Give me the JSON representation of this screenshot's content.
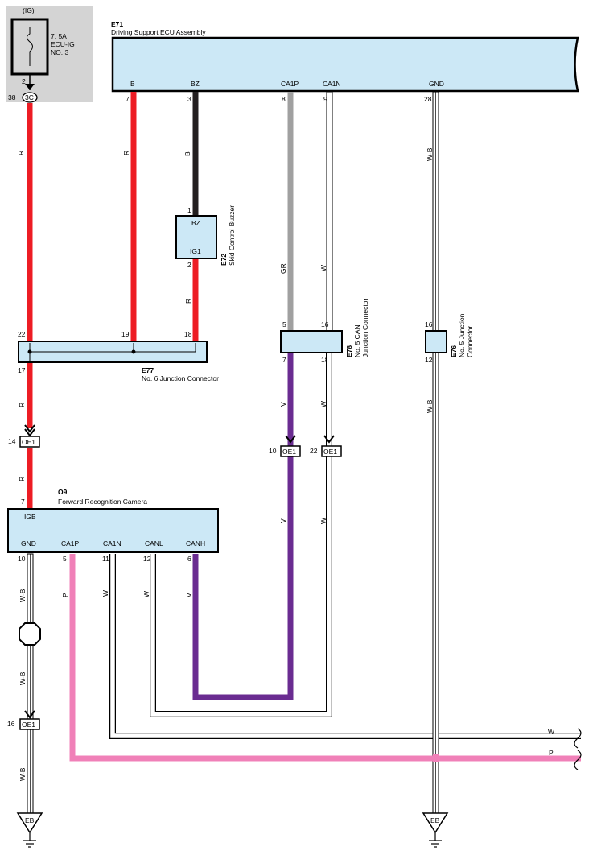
{
  "fuse": {
    "supply": "(IG)",
    "rating": "7. 5A",
    "name_line1": "ECU-IG",
    "name_line2": "NO. 3",
    "pin_top": "2",
    "pin_bottom": "38",
    "connector": "3C"
  },
  "e71": {
    "code": "E71",
    "name": "Driving Support ECU Assembly",
    "terminals": [
      "B",
      "BZ",
      "CA1P",
      "CA1N",
      "GND"
    ],
    "pins": [
      "7",
      "3",
      "8",
      "9",
      "28"
    ]
  },
  "e72": {
    "code": "E72",
    "name": "Skid Control Buzzer",
    "term_top": "BZ",
    "term_bottom": "IG1",
    "pin_top": "1",
    "pin_bottom": "2"
  },
  "e77": {
    "code": "E77",
    "name": "No.  6 Junction Connector",
    "pins_top": [
      "22",
      "19",
      "18"
    ],
    "pin_bottom": "17"
  },
  "e78": {
    "code": "E78",
    "name_line1": "No. 5 CAN",
    "name_line2": "Junction Connector",
    "pins_top": [
      "5",
      "16"
    ],
    "pins_bottom": [
      "7",
      "18"
    ]
  },
  "e76": {
    "code": "E76",
    "name_line1": "No. 5 Junction",
    "name_line2": "Connector",
    "pin_top": "16",
    "pin_bottom": "12"
  },
  "o9": {
    "code": "O9",
    "name": "Forward Recognition Camera",
    "term_top": "IGB",
    "pin_top": "7",
    "terminals": [
      "GND",
      "CA1P",
      "CA1N",
      "CANL",
      "CANH"
    ],
    "pins": [
      "10",
      "5",
      "11",
      "12",
      "6"
    ]
  },
  "inline_connectors": [
    {
      "label": "OE1",
      "pin": "14"
    },
    {
      "label": "OE1",
      "pin": "10"
    },
    {
      "label": "OE1",
      "pin": "22"
    },
    {
      "label": "OE1",
      "pin": "16"
    }
  ],
  "wire_colors": {
    "r1": "R",
    "r2": "R",
    "r3": "R",
    "r4": "R",
    "r5": "R",
    "b": "B",
    "gr": "GR",
    "w1": "W",
    "w2": "W",
    "w3": "W",
    "wb1": "W-B",
    "wb2": "W-B",
    "v1": "V",
    "v2": "V",
    "v3": "V",
    "p": "P",
    "w4": "W",
    "w5": "W",
    "wb3": "W-B",
    "wb4": "W-B",
    "wb5": "W-B",
    "w_out": "W",
    "p_out": "P"
  },
  "grounds": [
    "EB",
    "EB"
  ],
  "colors": {
    "component_fill": "#cce8f6",
    "red": "#ed1c24",
    "black": "#231f20",
    "gray": "#a0a0a0",
    "violet": "#6a2c91",
    "pink": "#f080b8",
    "shade": "#d4d4d4"
  }
}
